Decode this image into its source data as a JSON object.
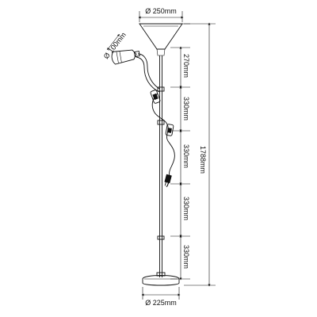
{
  "dimensions": {
    "shade_diameter": "Ø 250mm",
    "reading_diameter": "Ø 100mm",
    "base_diameter": "Ø 225mm",
    "total_height": "1788mm",
    "segment_1": "270mm",
    "segment_2": "330mm",
    "segment_3": "330mm",
    "segment_4": "330mm",
    "segment_5": "330mm"
  },
  "colors": {
    "line": "#111111",
    "background": "#ffffff"
  }
}
